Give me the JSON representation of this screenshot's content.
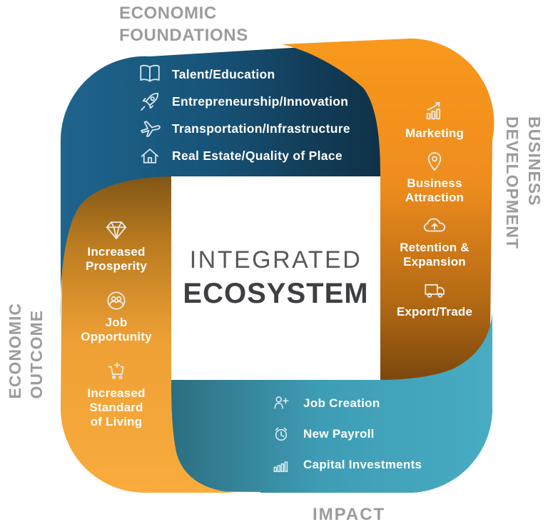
{
  "diagram_title": {
    "line1": "INTEGRATED",
    "line2": "ECOSYSTEM"
  },
  "sections": {
    "economic_foundations": {
      "label": "ECONOMIC\nFOUNDATIONS",
      "items": [
        {
          "icon": "open-book-icon",
          "label": "Talent/Education"
        },
        {
          "icon": "rocket-icon",
          "label": "Entrepreneurship/Innovation"
        },
        {
          "icon": "airplane-icon",
          "label": "Transportation/Infrastructure"
        },
        {
          "icon": "house-icon",
          "label": "Real Estate/Quality of Place"
        }
      ]
    },
    "business_development": {
      "label": "BUSINESS\nDEVELOPMENT",
      "items": [
        {
          "icon": "growth-chart-icon",
          "label": "Marketing"
        },
        {
          "icon": "map-pin-icon",
          "label": "Business\nAttraction"
        },
        {
          "icon": "cloud-upload-icon",
          "label": "Retention &\nExpansion"
        },
        {
          "icon": "truck-icon",
          "label": "Export/Trade"
        }
      ]
    },
    "impact": {
      "label": "IMPACT",
      "items": [
        {
          "icon": "person-plus-icon",
          "label": "Job Creation"
        },
        {
          "icon": "alarm-clock-icon",
          "label": "New Payroll"
        },
        {
          "icon": "bar-chart-icon",
          "label": "Capital Investments"
        }
      ]
    },
    "economic_outcome": {
      "label": "ECONOMIC\nOUTCOME",
      "items": [
        {
          "icon": "diamond-icon",
          "label": "Increased\nProsperity"
        },
        {
          "icon": "people-circle-icon",
          "label": "Job\nOpportunity"
        },
        {
          "icon": "cart-plus-icon",
          "label": "Increased\nStandard\nof Living"
        }
      ]
    }
  },
  "colors": {
    "foundations_blue": "#1A5A80",
    "foundations_blue_dark": "#0D2F45",
    "development_orange": "#F6941E",
    "development_orange_dark": "#6F400B",
    "impact_teal": "#45A9C0",
    "impact_teal_dark": "#2A6879",
    "outcome_gold": "#F6A93C",
    "outcome_gold_dark": "#6E4A13",
    "label_gray": "#9C9C9C",
    "center_title_gray": "#58595C",
    "center_title_dark": "#3E3F42"
  }
}
